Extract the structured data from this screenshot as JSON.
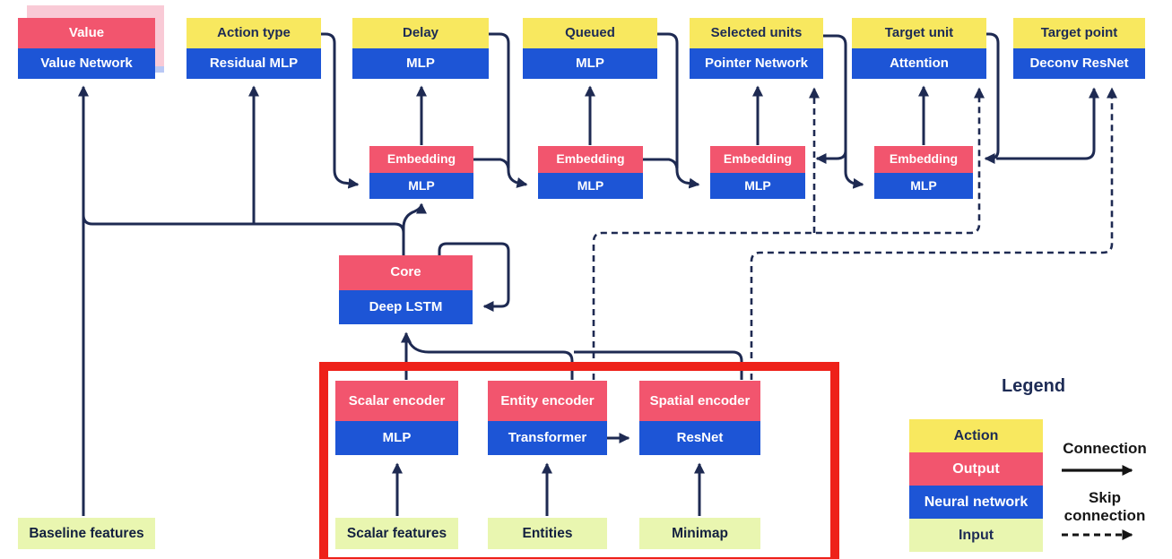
{
  "diagram": {
    "heads": [
      {
        "top": "Value",
        "bottom": "Value Network"
      },
      {
        "top": "Action type",
        "bottom": "Residual MLP"
      },
      {
        "top": "Delay",
        "bottom": "MLP"
      },
      {
        "top": "Queued",
        "bottom": "MLP"
      },
      {
        "top": "Selected units",
        "bottom": "Pointer Network"
      },
      {
        "top": "Target unit",
        "bottom": "Attention"
      },
      {
        "top": "Target point",
        "bottom": "Deconv ResNet"
      }
    ],
    "embeddings": [
      {
        "top": "Embedding",
        "bottom": "MLP"
      },
      {
        "top": "Embedding",
        "bottom": "MLP"
      },
      {
        "top": "Embedding",
        "bottom": "MLP"
      },
      {
        "top": "Embedding",
        "bottom": "MLP"
      }
    ],
    "core": {
      "top": "Core",
      "bottom": "Deep LSTM"
    },
    "encoders": [
      {
        "top": "Scalar encoder",
        "bottom": "MLP"
      },
      {
        "top": "Entity encoder",
        "bottom": "Transformer"
      },
      {
        "top": "Spatial encoder",
        "bottom": "ResNet"
      }
    ],
    "inputs": {
      "baseline": "Baseline features",
      "scalar": "Scalar features",
      "entities": "Entities",
      "minimap": "Minimap"
    }
  },
  "legend": {
    "title": "Legend",
    "swatches": [
      {
        "label": "Action",
        "color": "#f8e85f"
      },
      {
        "label": "Output",
        "color": "#f2556e"
      },
      {
        "label": "Neural network",
        "color": "#1d55d6"
      },
      {
        "label": "Input",
        "color": "#e9f6b0"
      }
    ],
    "connection_label": "Connection",
    "skip_connection_label": "Skip connection"
  },
  "colors": {
    "action_yellow": "#f8e85f",
    "output_pink": "#f2556e",
    "network_blue": "#1d55d6",
    "input_green": "#e9f6b0",
    "line_navy": "#1e2a52",
    "highlight_red": "#ee2119",
    "stack_sheet_pink": "#f9cad6",
    "stack_sheet_blue": "#b9c8f5"
  }
}
